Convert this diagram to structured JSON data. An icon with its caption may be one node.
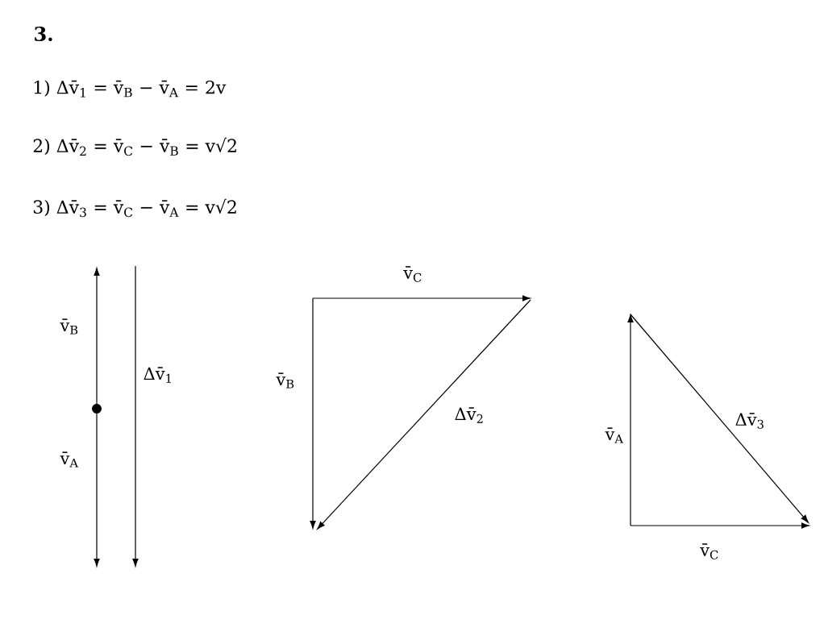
{
  "diagram": {
    "title": "3.",
    "labels": [
      "1) Δv̄$_{1}$ = v̄$_{B}$ − v̄$_{A}$ = 2v",
      "2) Δv̄$_{2}$ = v̄$_{C}$ − v̄$_{B}$ = v√2",
      "3) Δv̄$_{3}$ = v̄$_{C}$ − v̄$_{A}$ = v√2",
      "v̄$_{C}$",
      "v̄$_{B}$",
      "Δv̄$_{1}$",
      "v̄$_{B}$",
      "Δv̄$_{2}$",
      "Δv̄$_{3}$",
      "v̄$_{A}$",
      "v̄$_{A}$",
      "v̄$_{C}$"
    ]
  }
}
